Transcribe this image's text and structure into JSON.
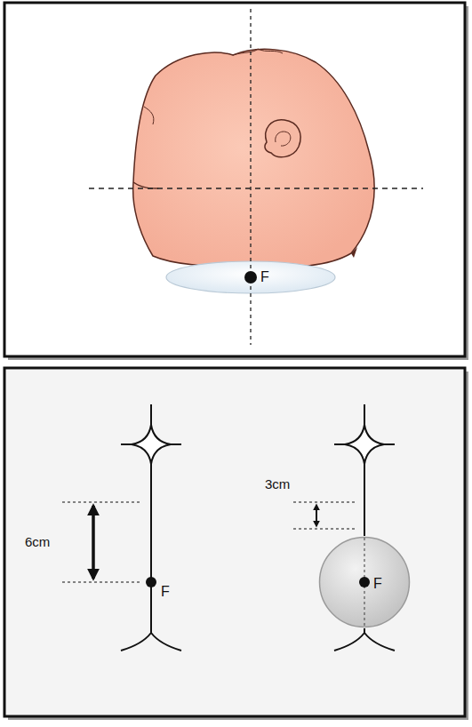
{
  "diagram": {
    "nodes": [
      {
        "text": [
          "F"
        ]
      }
    ],
    "labels": [
      "F",
      "6cm",
      "F",
      "3cm"
    ]
  }
}
